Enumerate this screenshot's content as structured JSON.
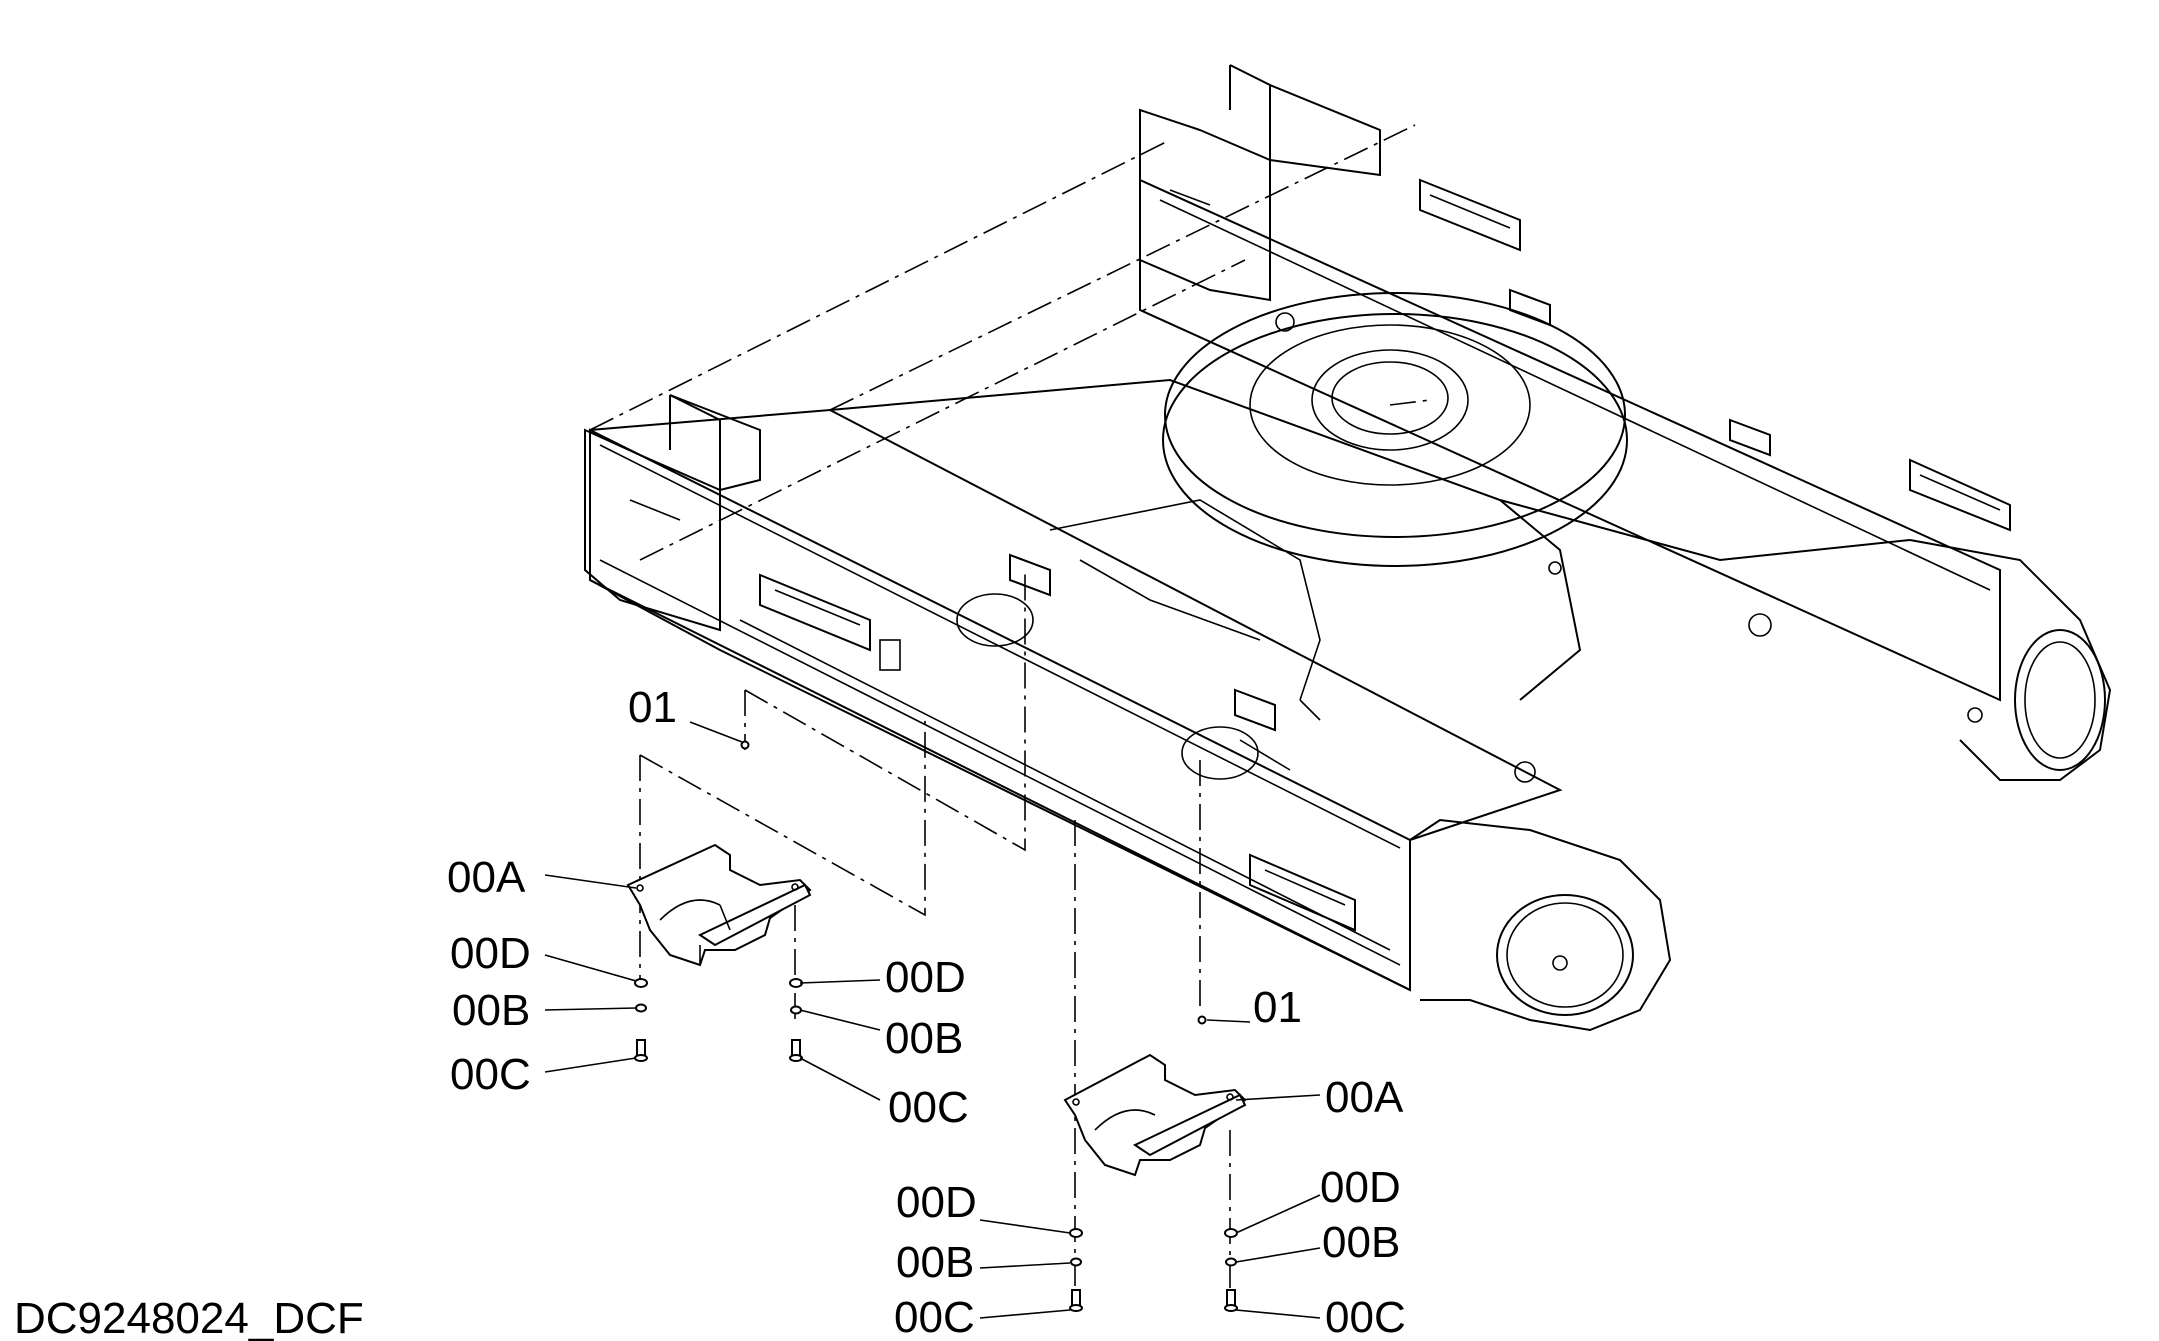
{
  "drawing_code": "DC9248024_DCF",
  "callouts": [
    {
      "id": "left-01",
      "text": "01"
    },
    {
      "id": "right-01",
      "text": "01"
    },
    {
      "id": "left-00A",
      "text": "00A"
    },
    {
      "id": "left-00D-a",
      "text": "00D"
    },
    {
      "id": "left-00B-a",
      "text": "00B"
    },
    {
      "id": "left-00C-a",
      "text": "00C"
    },
    {
      "id": "left-00D-b",
      "text": "00D"
    },
    {
      "id": "left-00B-b",
      "text": "00B"
    },
    {
      "id": "left-00C-b",
      "text": "00C"
    },
    {
      "id": "right-00A",
      "text": "00A"
    },
    {
      "id": "right-00D-a",
      "text": "00D"
    },
    {
      "id": "right-00B-a",
      "text": "00B"
    },
    {
      "id": "right-00C-a",
      "text": "00C"
    },
    {
      "id": "right-00D-b",
      "text": "00D"
    },
    {
      "id": "right-00B-b",
      "text": "00B"
    },
    {
      "id": "right-00C-b",
      "text": "00C"
    }
  ]
}
